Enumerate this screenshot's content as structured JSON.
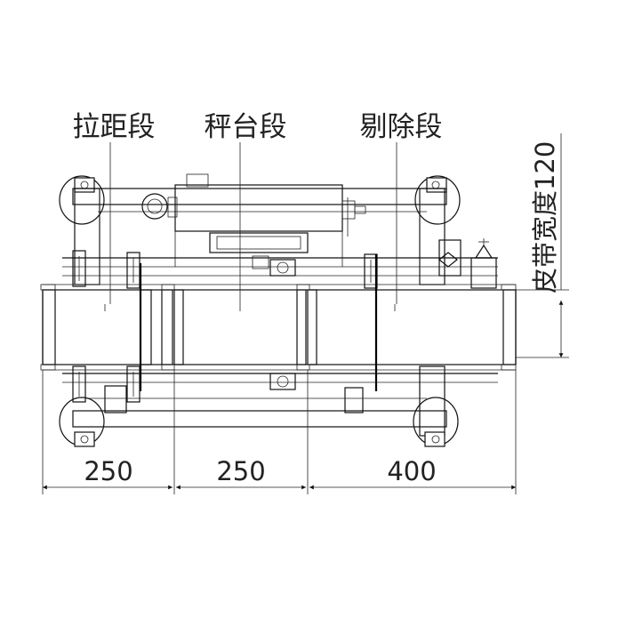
{
  "labels": {
    "section1": "拉距段",
    "section2": "秤台段",
    "section3": "剔除段",
    "belt_width": "皮带宽度120"
  },
  "dimensions": {
    "d1": "250",
    "d2": "250",
    "d3": "400"
  }
}
